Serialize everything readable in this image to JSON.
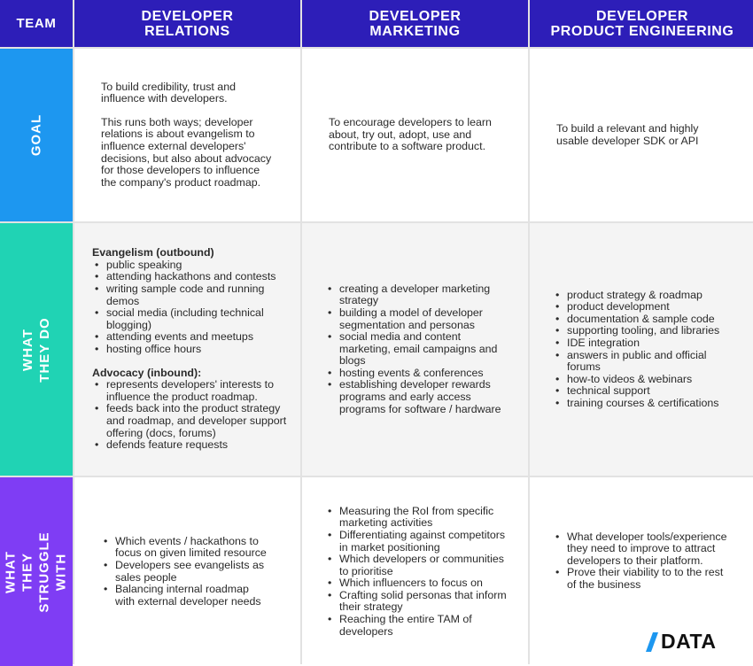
{
  "header": {
    "team": "TEAM",
    "columns": [
      "DEVELOPER\nRELATIONS",
      "DEVELOPER\nMARKETING",
      "DEVELOPER\nPRODUCT ENGINEERING"
    ]
  },
  "rows": {
    "goal_label": "GOAL",
    "what_label": "WHAT THEY DO",
    "struggle_label": "WHAT THEY\nSTRUGGLE WITH"
  },
  "goal": {
    "relations": [
      "To build credibility, trust and influence with developers.",
      "This runs both ways; developer relations is about evangelism to influence external developers' decisions, but also about advocacy for those developers to influence the company's product roadmap."
    ],
    "marketing": "To encourage developers to learn about, try out, adopt, use and contribute to a software product.",
    "engineering": "To build a relevant and highly usable developer SDK or API"
  },
  "what_they_do": {
    "relations": {
      "evangelism_title": "Evangelism (outbound)",
      "evangelism": [
        "public speaking",
        "attending hackathons and contests",
        "writing sample code and running demos",
        "social media (including technical blogging)",
        "attending events and meetups",
        "hosting office hours"
      ],
      "advocacy_title": "Advocacy (inbound):",
      "advocacy": [
        "represents developers' interests to influence the product roadmap.",
        "feeds back into the product strategy and roadmap, and developer support offering (docs, forums)",
        "defends feature requests"
      ]
    },
    "marketing": [
      "creating a developer marketing strategy",
      "building a model of developer segmentation and personas",
      "social media and content marketing, email campaigns and blogs",
      "hosting events & conferences",
      "establishing developer rewards programs and early access programs for software / hardware"
    ],
    "engineering": [
      "product strategy & roadmap",
      "product development",
      "documentation & sample code",
      "supporting tooling, and libraries",
      "IDE integration",
      "answers in public and official forums",
      "how-to videos & webinars",
      "technical support",
      "training courses & certifications"
    ]
  },
  "struggle": {
    "relations": [
      "Which events / hackathons to focus on given limited resource",
      "Developers see evangelists as sales people",
      "Balancing internal roadmap with external developer needs"
    ],
    "marketing": [
      "Measuring the RoI from specific marketing activities",
      "Differentiating against competitors in market positioning",
      "Which developers or communities to prioritise",
      "Which influencers to focus on",
      "Crafting solid personas that inform their strategy",
      "Reaching the entire TAM of developers"
    ],
    "engineering": [
      "What developer tools/experience they need to improve to attract developers to their platform.",
      "Prove their viability to to the rest of the business"
    ]
  },
  "logo": {
    "text": "DATA",
    "color": "#1d97f0"
  },
  "colors": {
    "header": "#2d1eb8",
    "goal": "#1d97f0",
    "what": "#20d3b4",
    "struggle": "#7f3df4"
  }
}
